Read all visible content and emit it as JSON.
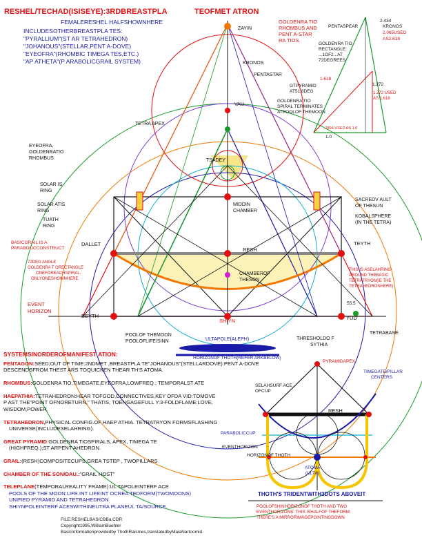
{
  "header": {
    "title": "RESHEL/TECHAD(ISISEYE):3RDBREASTPLA",
    "title_right": "TEOFMET ATRON",
    "subtitle": "FEMALERESHEL HALFSHOWNHERE",
    "includes": [
      "INCLUDESOTHERBREASTPLA TES:",
      "\"PYRALLIUM\"(ST AR TETRAHEDRON)",
      "\"JOHANOUS\"(STELLAR,PENT A-DOVE)",
      "\"EYEOFRA\"(RHOMBIC TIMEGA TES,ETC.)",
      "\"AP ATHETA\"(P ARABOLICGRAIL SYSTEM)"
    ]
  },
  "inset": {
    "caption": [
      "GOLDENRA TIO",
      "RHOMBUS AND",
      "PENT A-STAR",
      "RA TIOS."
    ],
    "pentaspear": "PENTASPEAR",
    "v2434": "2.434",
    "kronos": "KRONOS",
    "used2065": "2.065USED",
    "as2618": "AS2.618",
    "rectangle": [
      "GOLDENRA TIO",
      "RECTANGLE:",
      "...1OF2...AT",
      "72DEGREES"
    ],
    "v1618": "1.618",
    "gpyramid": [
      "GTPYRAMID",
      "AT51.8DEG"
    ],
    "v1272": "1.272",
    "used1272": [
      "1.272 USED",
      "AS 1.618"
    ],
    "spiral": [
      "GOLDENRA TIO",
      "SPIRAL TERMINATES",
      "ATPOOLOF THEMOON"
    ],
    "used0": ".7894 USED AS 1.0",
    "v1": "1.0"
  },
  "labels": {
    "zayin": "ZAYIN",
    "kronos": "KRONOS",
    "pentastar": "PENTASTAR",
    "vau": "VAU",
    "tetra_apex": "TETRA APEX",
    "eyeofra": [
      "EYEOFRA,",
      "GOLDENRATIO",
      "RHOMBUS"
    ],
    "tsadey": "TSADEY",
    "solaris": [
      "SOLAR IS",
      "RING"
    ],
    "solaratis": [
      "SOLAR ATIS",
      "RING"
    ],
    "tuath": [
      "TUATH",
      "RING"
    ],
    "midchamber": [
      "MIDDIN",
      "CHAMBER"
    ],
    "sacredvault": [
      "SACREDV AULT",
      "OF THESUN"
    ],
    "kobalsphere": [
      "KOBALSPHERE",
      "(IN THE TETRA)"
    ],
    "basicgrail": [
      "BASICGRAIL IS A",
      "PARABOLICCONSTRUCT"
    ],
    "dallet": "DALLET",
    "resh": "RESH",
    "teyth": "TEYTH",
    "angle72": [
      "72DEG ANGLE",
      "GOLDENRA T ORECTANGLE",
      "ONEFOREACHSPIRAL.",
      "ONLYONESHOWNHERE"
    ],
    "chamberson": [
      "CHAMBEROF",
      "THESON"
    ],
    "thisis": [
      "THIS IS ASELAHRING",
      "AROUND THEBASIC",
      "TETRATRYON(IE THE",
      "TETRAHEDRONHERE)"
    ],
    "event": [
      "EVENT",
      "HORIZON"
    ],
    "beyth": "BEYTH",
    "shiyn": "SHIYN",
    "yud": "YUD",
    "v553": "55.5",
    "tetrabase": "TETRABASE",
    "poolmoon": [
      "POOLOF THEMOON",
      "POOLOFLIFE/SINN"
    ],
    "threshold": [
      "THRESHOLDO F",
      "SYTHIA"
    ],
    "ultrapole": "ULTAPOLE(ALEPH)",
    "horizonthoth": "HORIZONOF THOTH(REFER ARKBELOW)"
  },
  "key": {
    "heading": "SYSTEMSINORDEROFMANIFEST ATION:",
    "items": [
      {
        "term": "PENTAGON:",
        "text": "SEED;OUT OF TIME:2NDMET ,BREASTPLA TE\"JOHANOUS\"(STELLARDOVE):PENT A-DOVE",
        "more": "DESCENDSFROM THEST ARS TOQUICKEN THEAR TH'S ATOMA."
      },
      {
        "term": "RHOMBUS:",
        "text": "GOLDENRA TIO,TIMEGATE,EYEOFRA,LOWFREQ.; TEMPORALST ATE",
        "more": ""
      },
      {
        "term": "HAEPATHIA:",
        "text": "TETRAHEDRON:HEAR TOFGOD,CONNECTIVES,KEY OFDA VID:TOMOVE",
        "more": "P AST THE\"POINT OFNORETURN,\" THATIS, TOENGAGEFULL Y:3-FOLDFLAME:LOVE,|WISDOM,POWER."
      },
      {
        "term": "TETRAHEDRON,",
        "text": "PHYSICAL CONFIG.OF HAEP ATHIA. TETRATRYON FORMSFLASHING",
        "more": "UNIVERSE(INCLUDESELAHRING)."
      },
      {
        "term": "GREAT PYRAMID",
        "text": ":GOLDENRA TIOSPIRALS, APEX, TIMEGA TE",
        "more": "(HIGHFREQ.);ST ARPENT AHEDRON."
      },
      {
        "term": "GRAIL:",
        "text": "(RESH)COMPOSITECUPS,GREA TSTEP , TWOPILLARS",
        "more": ""
      },
      {
        "term": "CHAMBER OF THE SON/DAU.:",
        "text": "\"GRAIL HOST\"",
        "more": ""
      },
      {
        "term": "TELEPLANE",
        "text": "(TEMPORALREALITY FRAME):UL TAPOLEINTERF ACE",
        "more": "POOLS OF THE MOON:LIFE.INT LIFEINT OCREA TEDFORM(TWOMOONS)|UNIFIED PYRAMID AND TETRAHEDRON|SHIYNPOLEINTERF ACESWITHINEUTRA PLANEUL TA/SOURCE."
      }
    ]
  },
  "trident": {
    "pyramidapex": "PYRAMIDAPEX",
    "selah": [
      "SELAHSURF ACE",
      "OFCUP"
    ],
    "timegate": [
      "TIMEGATE/PILLAR",
      "CENTERS"
    ],
    "resh": "RESH",
    "parabolic": "PARABOLICCUP",
    "eventhor": "EVENTHORIZON",
    "horthoth": "HORIZONOF THOTH",
    "atoma": [
      "ATOMA",
      "(ULTA)"
    ],
    "caption": "THOTH'S TRIDENTWITH3DOTS ABOVEIT",
    "note": [
      "POOLOFSHINHORIZONOF THOTH AND TWO",
      "EVENTHORIZONS: THIS ISHALFOF THEFORM:",
      "THERE'S A MIRRORIMAGEPOINTINGDOWN"
    ]
  },
  "footer": [
    "FILE:RESHELBAS/CBBa.CDR",
    "Copyright1995,WilliamBuehler",
    "BasicInformationprovidedby ThothRaismes,translatedbyMaiaNartoomid."
  ],
  "colors": {
    "red": "#e01010",
    "blue": "#1a1aa8",
    "green": "#1a9a2a",
    "orange": "#f07800",
    "purple": "#7a3ad0",
    "cyan": "#10b0d0",
    "yellow": "#f6e070"
  }
}
